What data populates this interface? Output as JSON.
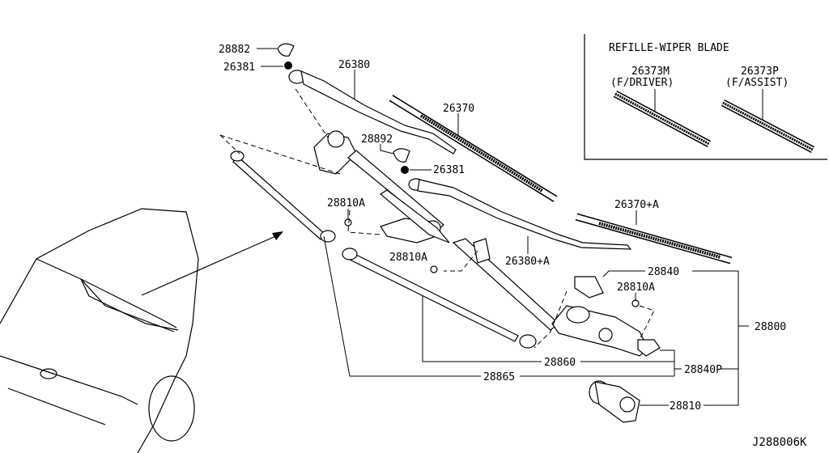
{
  "diagram_id": "J288006K",
  "refill_box": {
    "title": "REFILLE-WIPER BLADE",
    "driver": {
      "part": "26373M",
      "note": "(F/DRIVER)"
    },
    "assist": {
      "part": "26373P",
      "note": "(F/ASSIST)"
    }
  },
  "labels": {
    "cap_1": "28882",
    "nut_1": "26381",
    "arm_driver": "26380",
    "blade_driver": "26370",
    "cap_2": "28892",
    "nut_2": "26381",
    "bolt_1": "28810A",
    "bolt_2": "28810A",
    "arm_assist": "26380+A",
    "blade_assist": "26370+A",
    "bracket": "28840",
    "bolt_3": "28810A",
    "assembly": "28800",
    "link_1": "28860",
    "bracket_p": "28840P",
    "link_2": "28865",
    "motor": "28810"
  }
}
